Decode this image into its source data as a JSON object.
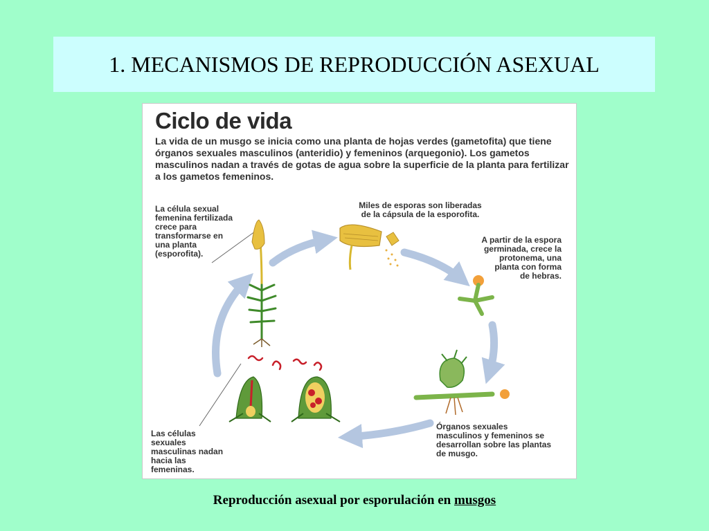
{
  "slide": {
    "title": "1. MECANISMOS DE REPRODUCCIÓN ASEXUAL",
    "caption_prefix": "Reproducción asexual por esporulación en ",
    "caption_link": "musgos"
  },
  "figure": {
    "heading": "Ciclo de vida",
    "intro": "La vida de un musgo se inicia como una planta de hojas verdes (gametofita) que tiene órganos sexuales masculinos (anteridio) y femeninos (arquegonio). Los gametos masculinos nadan a través de gotas de agua sobre la superficie de la planta para fertilizar a los gametos femeninos.",
    "notes": {
      "fertilized": "La célula sexual\nfemenina fertilizada\ncrece para\ntransformarse en\nuna planta\n(esporofita).",
      "spores": "Miles de esporas son liberadas\nde la cápsula de la esporofita.",
      "protonema": "A partir de la espora\ngerminada, crece la\nprotonema, una\nplanta con forma\nde hebras.",
      "organs": "Órganos sexuales\nmasculinos y femeninos se\ndesarrollan sobre las plantas\nde musgo.",
      "male_cells": "Las células\nsexuales\nmasculinas nadan\nhacia las\nfemeninas."
    }
  },
  "colors": {
    "background": "#a0fecb",
    "title_box": "#ccfefe",
    "cycle_arrow": "#b4c6e0",
    "moss_green": "#3f8a2a",
    "capsule_yellow": "#e8c040",
    "gamete_red": "#c8202a",
    "spore_orange": "#f2a03a"
  }
}
